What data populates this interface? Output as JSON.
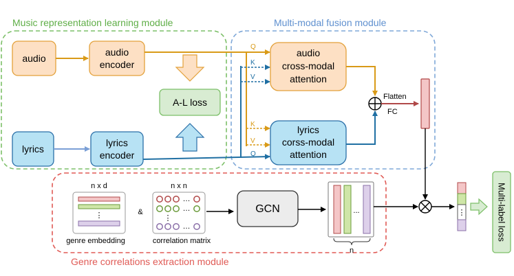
{
  "modules": {
    "music": "Music representation learning module",
    "fusion": "Multi-modal fusion module",
    "genre": "Genre correlations extraction module"
  },
  "boxes": {
    "audio": "audio",
    "audio_encoder": [
      "audio",
      "encoder"
    ],
    "lyrics": "lyrics",
    "lyrics_encoder": [
      "lyrics",
      "encoder"
    ],
    "al_loss": "A-L loss",
    "audio_attention": [
      "audio",
      "cross-modal",
      "attention"
    ],
    "lyrics_attention": [
      "lyrics",
      "corss-modal",
      "attention"
    ],
    "gcn": "GCN",
    "multi_label_loss": "Multi-label loss"
  },
  "qkv": {
    "audio": [
      "Q",
      "K",
      "V"
    ],
    "lyrics": [
      "K",
      "V",
      "Q"
    ]
  },
  "labels": {
    "flatten": "Flatten",
    "fc": "FC",
    "nxd": "n x d",
    "nxn": "n x n",
    "genre_embedding": "genre embedding",
    "correlation_matrix": "correlation matrix",
    "ampersand": "&",
    "n": "n",
    "ellipsis": "...",
    "vdots": "⋮",
    "hdots": "…",
    "plus": "⊕",
    "times": "⊗"
  },
  "colors": {
    "audio_fill": "#fde0c4",
    "audio_stroke": "#e3a13a",
    "audio_arrow": "#d99a17",
    "lyrics_fill": "#b7e2f4",
    "lyrics_stroke": "#2a6fa8",
    "lyrics_arrow": "#1f6fa3",
    "lyrics_arrow_light": "#7a9fd6",
    "green_fill": "#d8ecd2",
    "green_stroke": "#7cbf68",
    "music_border": "#7cbf68",
    "fusion_border": "#7fa8d8",
    "genre_border": "#e05a55",
    "gray_fill": "#ececec",
    "pink": "#f4c6c7",
    "lime": "#cfe6a8",
    "lavender": "#ddd0ea",
    "red_arrow": "#b04848"
  }
}
